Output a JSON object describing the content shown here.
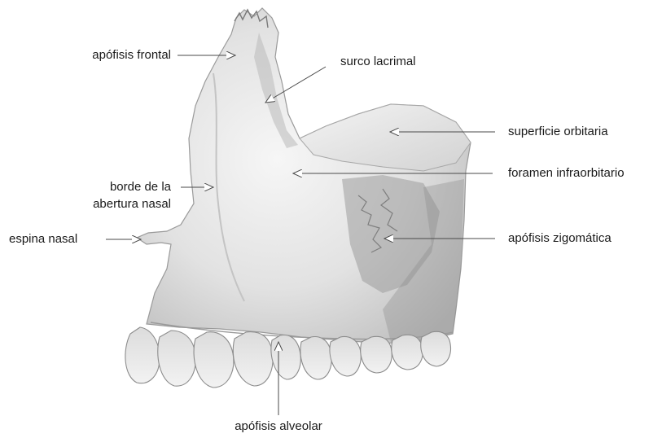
{
  "colors": {
    "background": "#ffffff",
    "bone_light": "#efefef",
    "bone_mid": "#cfcfcf",
    "bone_dark": "#8e8e8e",
    "line": "#5a5a5a",
    "text": "#1a1a1a"
  },
  "labels": {
    "frontal_process": "apófisis frontal",
    "lacrimal_groove": "surco lacrimal",
    "orbital_surface": "superficie orbitaria",
    "nasal_aperture_line1": "borde de la",
    "nasal_aperture_line2": "abertura nasal",
    "infraorbital_foramen": "foramen infraorbitario",
    "nasal_spine": "espina nasal",
    "zygomatic_process": "apófisis zigomática",
    "alveolar_process": "apófisis alveolar"
  }
}
